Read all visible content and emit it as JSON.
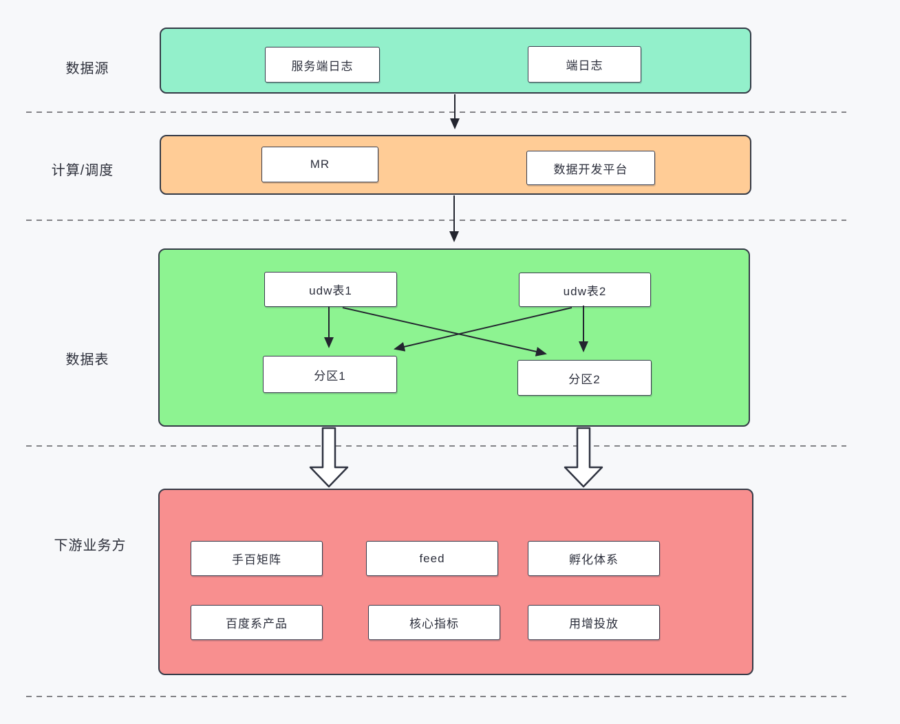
{
  "diagram": {
    "lanes": {
      "datasource": {
        "label": "数据源",
        "nodes": {
          "server_log": "服务端日志",
          "client_log": "端日志"
        }
      },
      "compute": {
        "label": "计算/调度",
        "nodes": {
          "mr": "MR",
          "dev_platform": "数据开发平台"
        }
      },
      "tables": {
        "label": "数据表",
        "nodes": {
          "udw1": "udw表1",
          "udw2": "udw表2",
          "part1": "分区1",
          "part2": "分区2"
        }
      },
      "downstream": {
        "label": "下游业务方",
        "nodes": {
          "shoubai": "手百矩阵",
          "feed": "feed",
          "incubation": "孵化体系",
          "baidu_products": "百度系产品",
          "core_metrics": "核心指标",
          "growth": "用增投放"
        }
      }
    },
    "colors": {
      "datasource_band": "#93f0cb",
      "compute_band": "#ffcc96",
      "tables_band": "#8df391",
      "downstream_band": "#f88f8f",
      "node_fill": "#ffffff",
      "border": "#343a46",
      "text": "#2b2e3b",
      "dashed_line": "#6d6d72"
    }
  }
}
